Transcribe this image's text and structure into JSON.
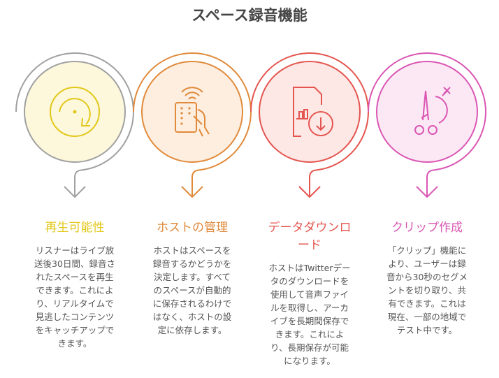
{
  "title": "スペース録音機能",
  "steps": [
    {
      "heading": [
        "再生可能性"
      ],
      "icon": "replay-icon",
      "color": "#e2c81a",
      "ring": "#a0a0a0",
      "fill": "#fdf8dc",
      "body": [
        "リスナーはライブ放",
        "送後30日間、録音さ",
        "れたスペースを再生",
        "できます。これによ",
        "り、リアルタイムで",
        "見逃したコンテンツ",
        "をキャッチアップで",
        "きます。"
      ]
    },
    {
      "heading": [
        "ホストの管理"
      ],
      "icon": "remote-control-icon",
      "color": "#e08a3a",
      "ring": "#e08a3a",
      "fill": "#fdeee0",
      "body": [
        "ホストはスペースを",
        "録音するかどうかを",
        "決定します。すべて",
        "のスペースが自動的",
        "に保存されるわけで",
        "はなく、ホストの設",
        "定に依存します。"
      ]
    },
    {
      "heading": [
        "データダウンロ",
        "ード"
      ],
      "icon": "file-download-icon",
      "color": "#e4554f",
      "ring": "#e4554f",
      "fill": "#fde8e6",
      "body": [
        "ホストはTwitterデー",
        "タのダウンロードを",
        "使用して音声ファイ",
        "ルを取得し、アーカ",
        "イブを長期間保存で",
        "きます。これによ",
        "り、長期保存が可能",
        "になります。"
      ]
    },
    {
      "heading": [
        "クリップ作成"
      ],
      "icon": "scissors-clip-icon",
      "color": "#da56b3",
      "ring": "#da56b3",
      "fill": "#fce8f5",
      "body": [
        "「クリップ」機能に",
        "より、ユーザーは録",
        "音から30秒のセグメ",
        "ントを切り取り、共",
        "有できます。これは",
        "現在、一部の地域で",
        "テスト中です。"
      ]
    }
  ]
}
